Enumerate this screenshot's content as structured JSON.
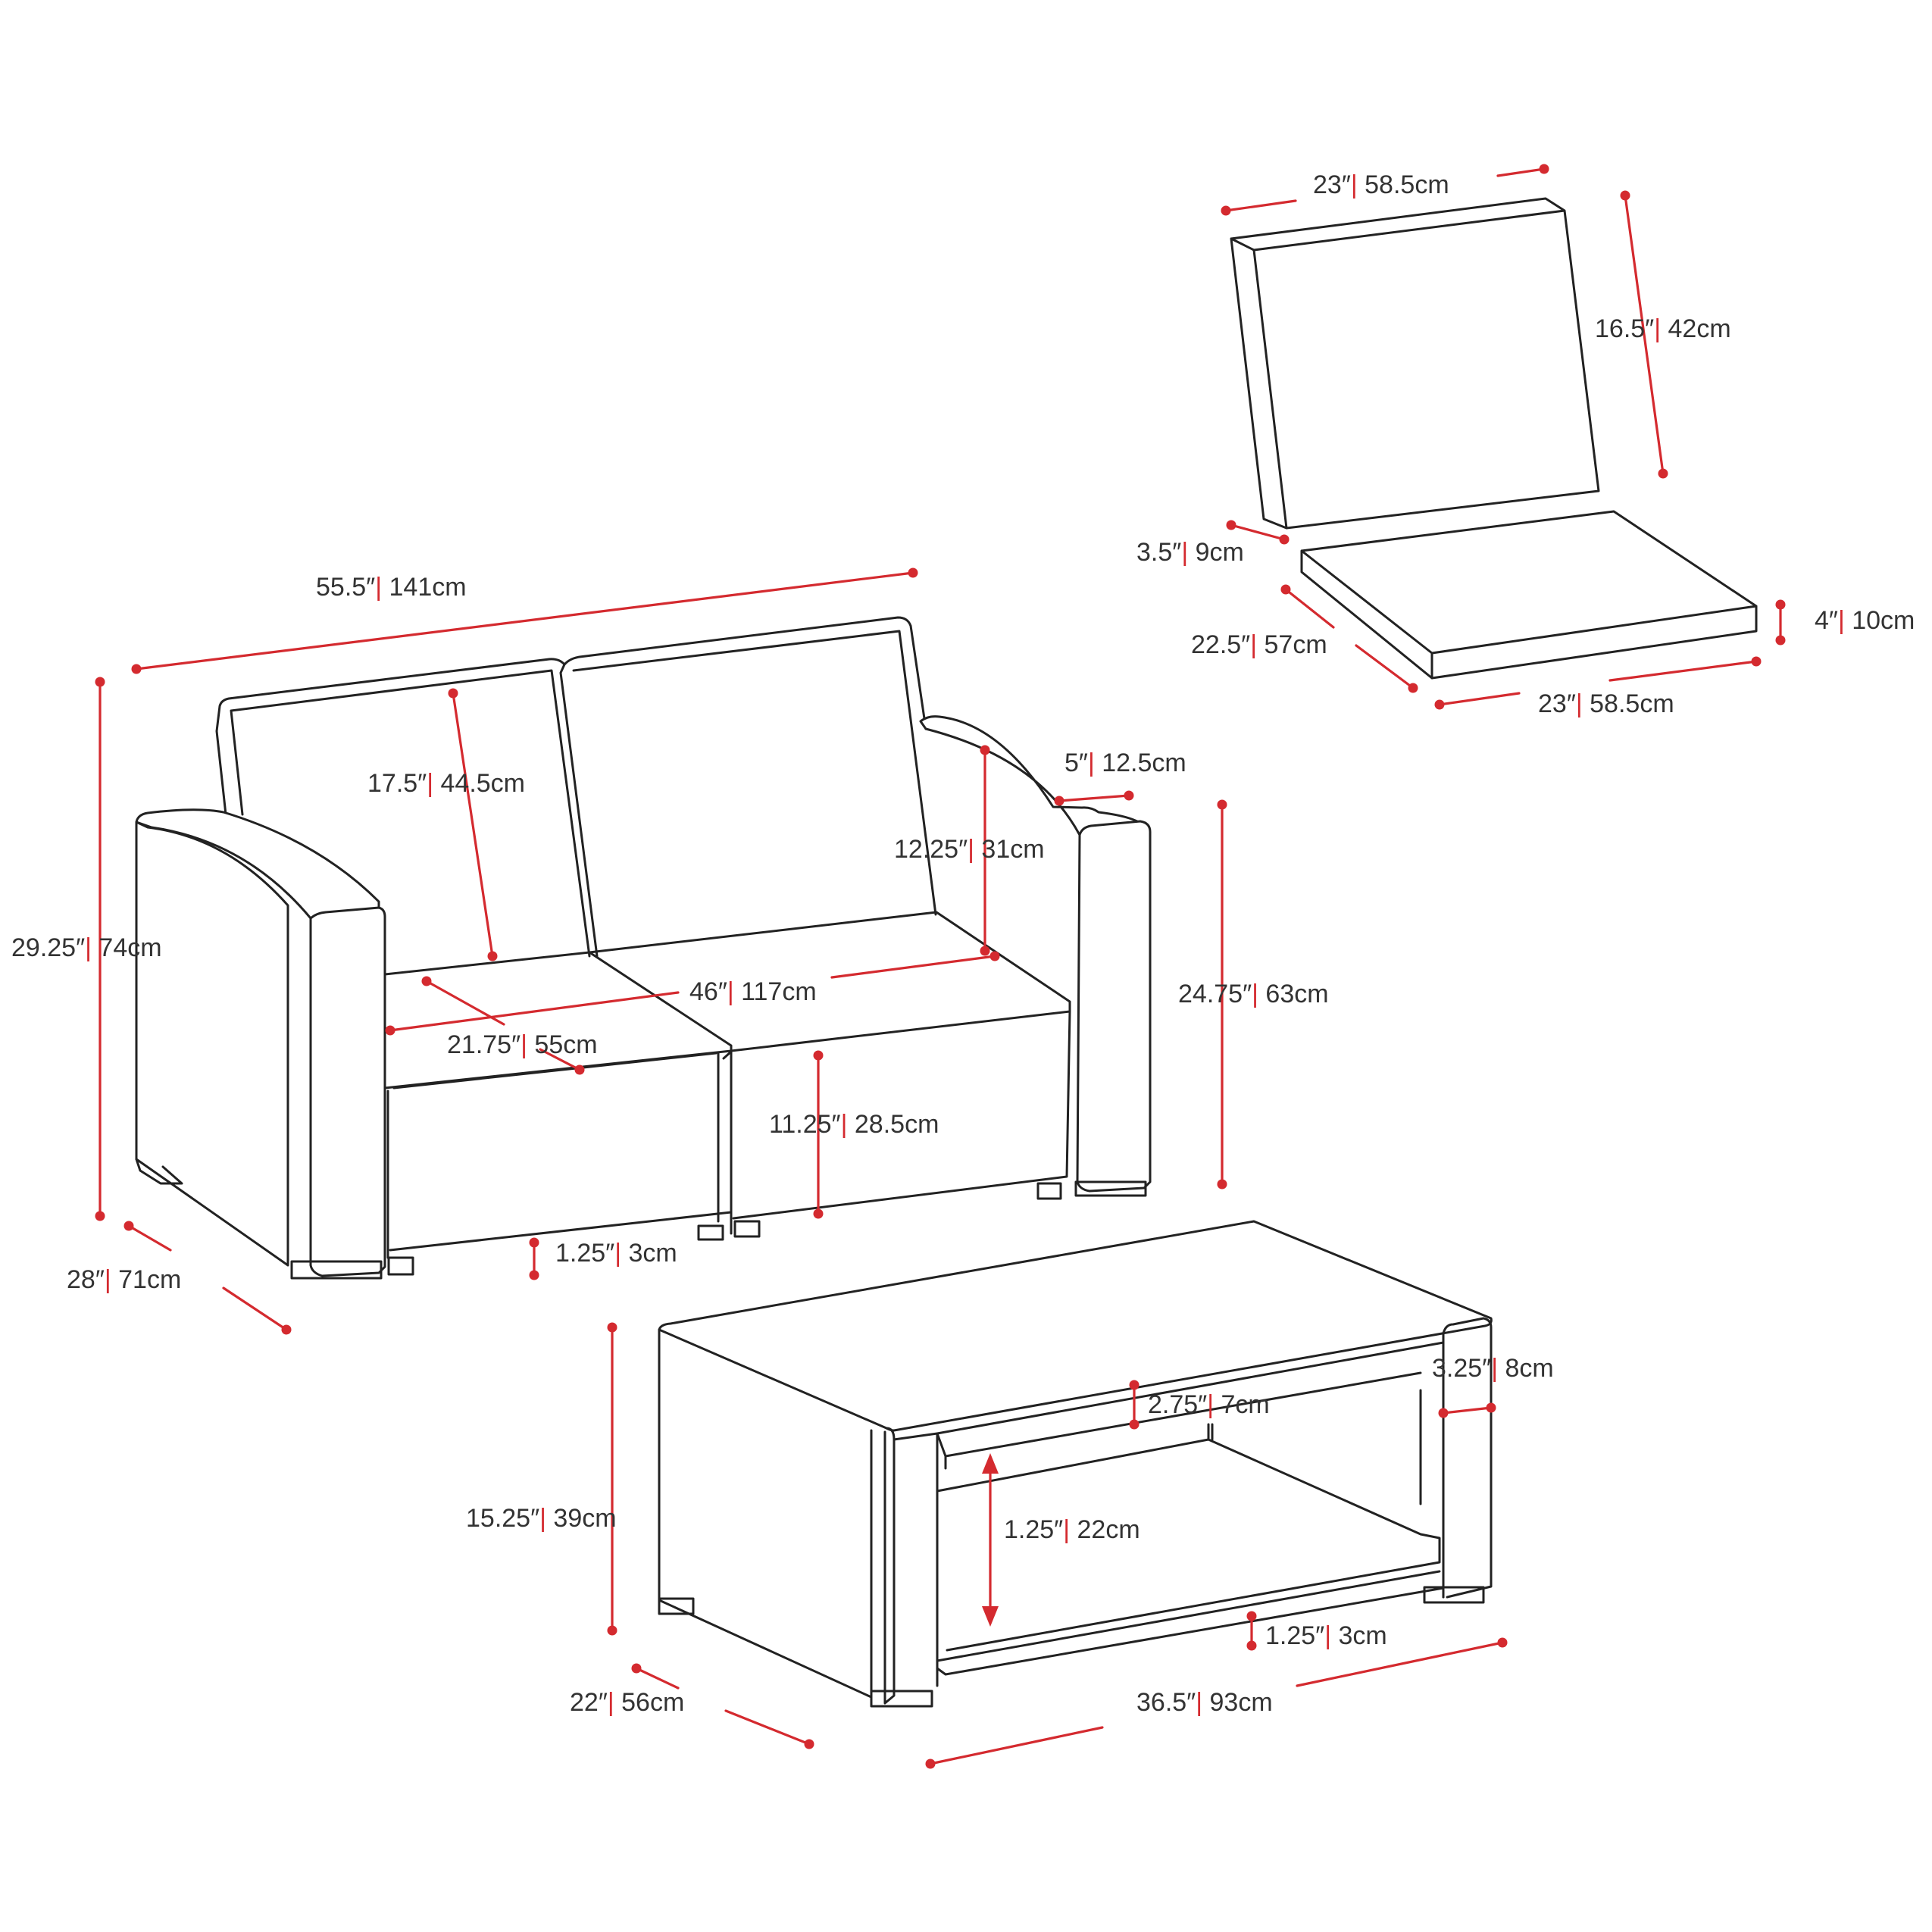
{
  "colors": {
    "dimension": "#d42a2f",
    "outline": "#222222",
    "text": "#333333"
  },
  "loveseat": {
    "width": {
      "in": "55.5″",
      "cm": "141cm"
    },
    "height": {
      "in": "29.25″",
      "cm": "74cm"
    },
    "depth": {
      "in": "28″",
      "cm": "71cm"
    },
    "back_height": {
      "in": "17.5″",
      "cm": "44.5cm"
    },
    "arm_above_seat": {
      "in": "12.25″",
      "cm": "31cm"
    },
    "arm_width": {
      "in": "5″",
      "cm": "12.5cm"
    },
    "arm_height": {
      "in": "24.75″",
      "cm": "63cm"
    },
    "seat_width": {
      "in": "46″",
      "cm": "117cm"
    },
    "seat_depth": {
      "in": "21.75″",
      "cm": "55cm"
    },
    "seat_height": {
      "in": "11.25″",
      "cm": "28.5cm"
    },
    "leg_height": {
      "in": "1.25″",
      "cm": "3cm"
    }
  },
  "cushion": {
    "back_width": {
      "in": "23″",
      "cm": "58.5cm"
    },
    "back_height": {
      "in": "16.5″",
      "cm": "42cm"
    },
    "back_thickness": {
      "in": "3.5″",
      "cm": "9cm"
    },
    "seat_depth": {
      "in": "22.5″",
      "cm": "57cm"
    },
    "seat_width": {
      "in": "23″",
      "cm": "58.5cm"
    },
    "seat_thickness": {
      "in": "4″",
      "cm": "10cm"
    }
  },
  "table": {
    "height": {
      "in": "15.25″",
      "cm": "39cm"
    },
    "depth": {
      "in": "22″",
      "cm": "56cm"
    },
    "width": {
      "in": "36.5″",
      "cm": "93cm"
    },
    "top_thickness": {
      "in": "2.75″",
      "cm": "7cm"
    },
    "leg_width": {
      "in": "3.25″",
      "cm": "8cm"
    },
    "shelf_gap": {
      "in": "1.25″",
      "cm": "22cm"
    },
    "leg_height": {
      "in": "1.25″",
      "cm": "3cm"
    }
  }
}
